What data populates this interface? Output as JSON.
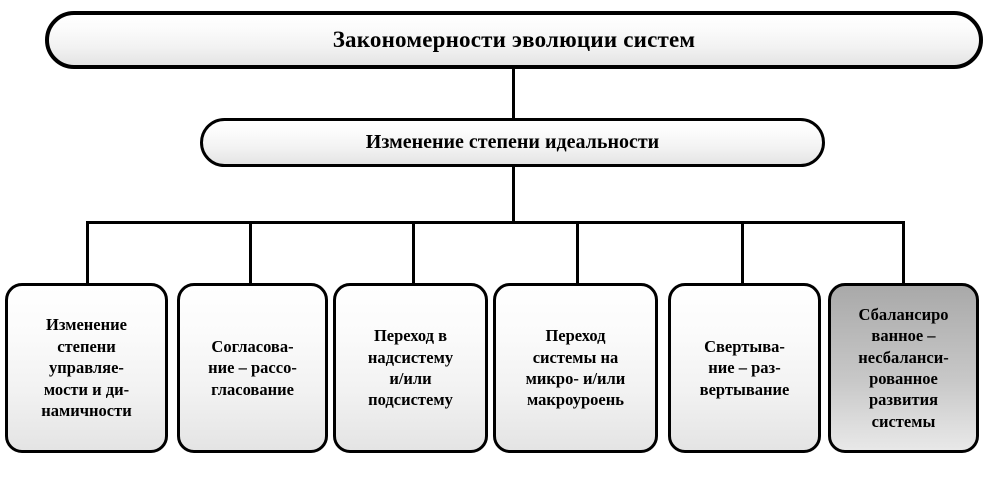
{
  "diagram": {
    "type": "tree",
    "title": "Закономерности эволюции систем",
    "levels": [
      {
        "id": "root",
        "label": "Закономерности  эволюции систем"
      },
      {
        "id": "level2",
        "label": "Изменение степени идеальности"
      }
    ],
    "leaves": [
      {
        "id": "leaf-1",
        "label": "Изменение\nстепени\nуправляе-\nмости и ди-\nнамичности",
        "highlighted": false
      },
      {
        "id": "leaf-2",
        "label": "Согласова-\nние – рассо-\nгласование",
        "highlighted": false
      },
      {
        "id": "leaf-3",
        "label": "Переход в\nнадсистему\nи/или\nподсистему",
        "highlighted": false
      },
      {
        "id": "leaf-4",
        "label": "Переход\nсистемы на\nмикро- и/или\nмакроуроень",
        "highlighted": false
      },
      {
        "id": "leaf-5",
        "label": "Свертыва-\nние – раз-\nвертывание",
        "highlighted": false
      },
      {
        "id": "leaf-6",
        "label": "Сбалансиро\nванное –\nнесбаланси-\nрованное\nразвития\nсистемы",
        "highlighted": true
      }
    ],
    "colors": {
      "stroke": "#000000",
      "text": "#000000",
      "fill_light_top": "#ffffff",
      "fill_light_bottom": "#e4e4e4",
      "fill_highlight_top": "#a9a9a9",
      "fill_highlight_bottom": "#e8e8e8",
      "background": "#ffffff"
    }
  }
}
